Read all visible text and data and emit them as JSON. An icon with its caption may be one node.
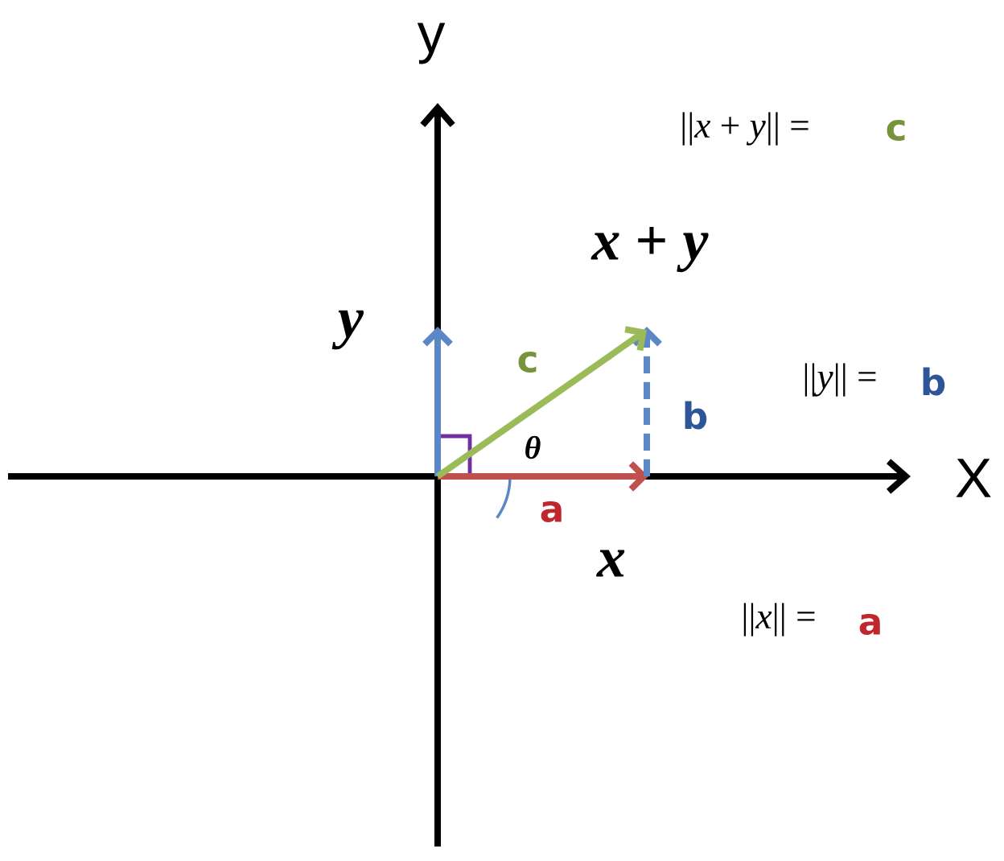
{
  "diagram": {
    "labels": [
      "y",
      "||*x* + *y*|| =",
      "c",
      "*x* + *y*",
      "*y*",
      "c",
      "||*y*|| =",
      "b",
      "b",
      "X",
      "*θ*",
      "a",
      "*x*",
      "||*x*|| =",
      "a"
    ]
  }
}
